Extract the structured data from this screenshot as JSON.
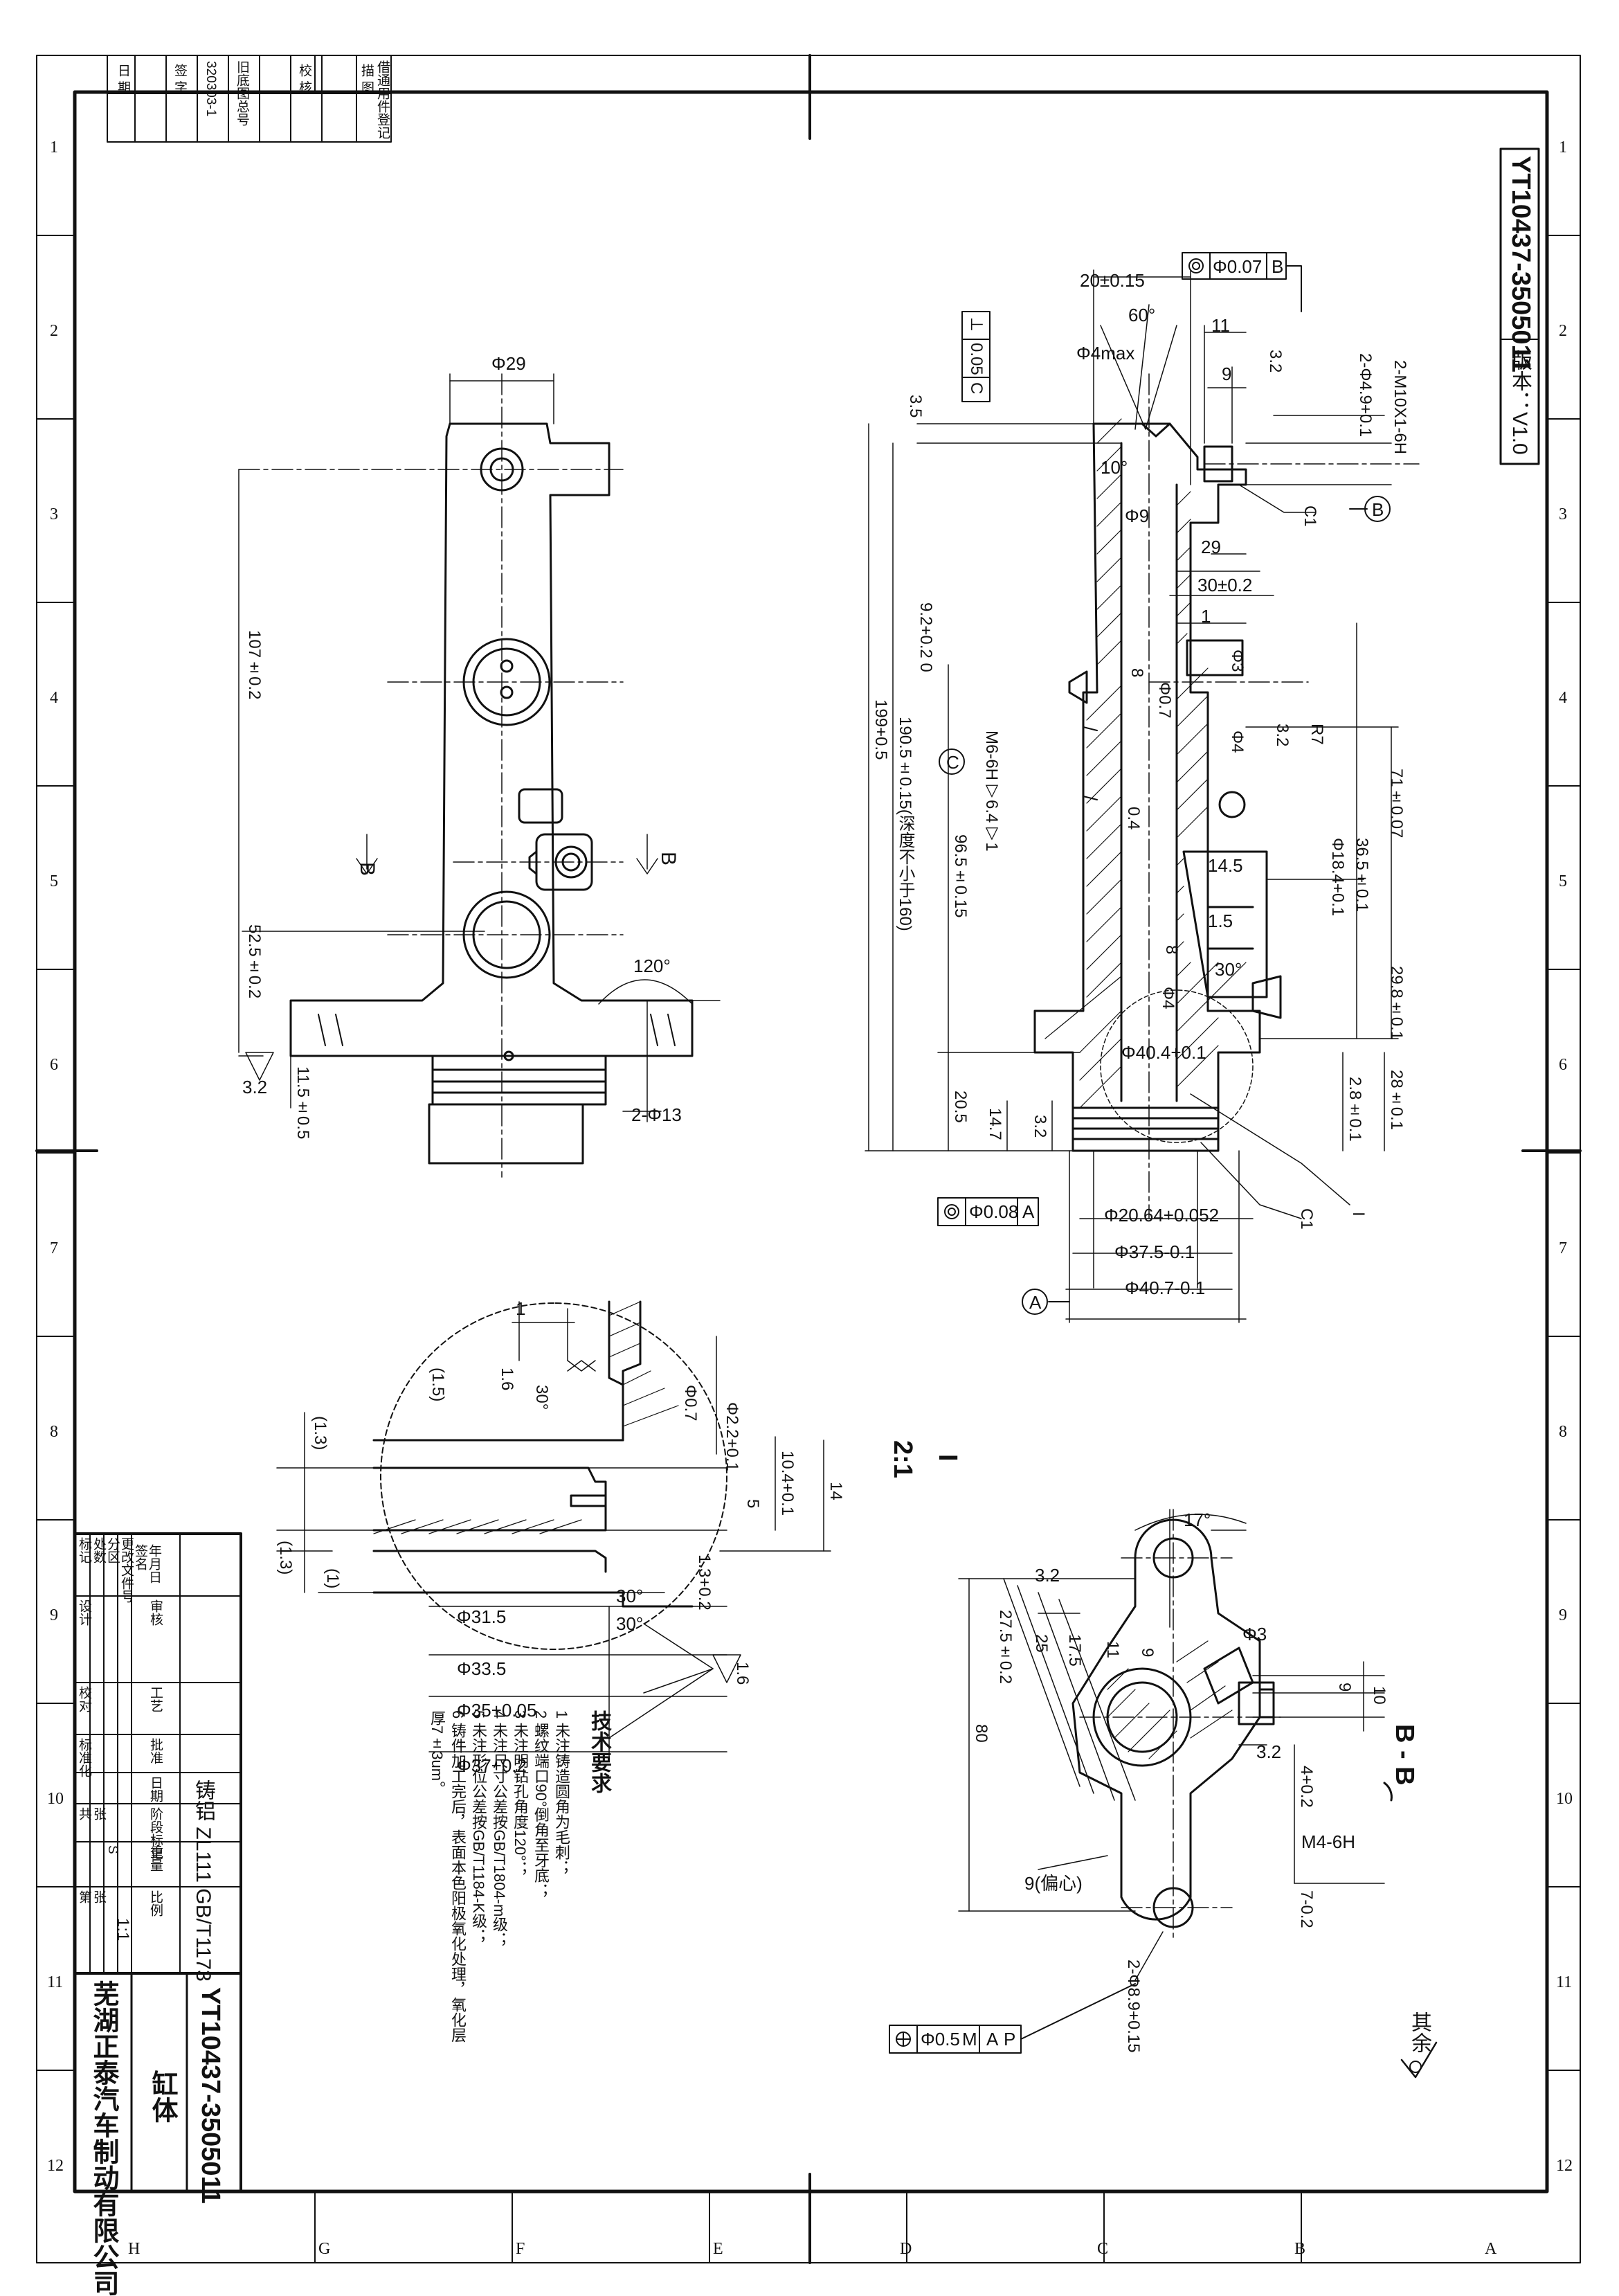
{
  "drawing": {
    "number": "YT10437-3505011",
    "version": "版本：V1.0",
    "part_name": "缸体",
    "company": "芜湖正泰汽车制动有限公司",
    "material": "铸铝 ZL111 GB/T1173",
    "scale": "1:1",
    "remainder_roughness": "其余"
  },
  "margin_block": {
    "used_on": "借通用件登记",
    "drawn": "描 图",
    "checked_top": "校 核",
    "old_no_label": "旧底图总号",
    "old_no_value": "320303-1",
    "sign_label": "签 字",
    "date_label": "日 期"
  },
  "title_block": {
    "labels": [
      "标记",
      "处数",
      "分区",
      "更改文件号",
      "签名",
      "年月日",
      "设计",
      "校对",
      "审核",
      "工艺",
      "标准化",
      "批准",
      "日期",
      "阶段标记",
      "重量",
      "比例",
      "共",
      "张",
      "第",
      "张",
      "S"
    ]
  },
  "zones": {
    "rows": [
      "1",
      "2",
      "3",
      "4",
      "5",
      "6",
      "7",
      "8",
      "9",
      "10",
      "11",
      "12"
    ],
    "cols": [
      "H",
      "G",
      "F",
      "E",
      "D",
      "C",
      "B",
      "A"
    ]
  },
  "views": {
    "front": {
      "dims": [
        "Φ29",
        "107±0.2",
        "52.5±0.2",
        "11.5±0.5",
        "2-Φ13",
        "120°",
        "3.2"
      ],
      "section_marks": [
        "B",
        "B"
      ]
    },
    "main_section": {
      "dims_left": [
        "3.5",
        "199+0.5",
        "190.5±0.15(深度不小于160)",
        "96.5±0.15",
        "9.2+0.2 0",
        "M6-6H▽6.4▽1",
        "20.5",
        "14.7",
        "3.2"
      ],
      "dims_top": [
        "20±0.15",
        "60°",
        "Φ4max",
        "11",
        "9",
        "3.2",
        "10°",
        "Φ9",
        "29",
        "30±0.2",
        "1",
        "Φ3",
        "Φ0.7",
        "R7",
        "Φ4",
        "0.4",
        "8",
        "8",
        "14.5",
        "1.5",
        "30°",
        "Φ4",
        "Φ40.4+0.1",
        "3.2"
      ],
      "dims_right": [
        "2-M10X1-6H",
        "2-Φ4.9+0.1",
        "71±0.07",
        "Φ18.4+0.1",
        "36.5±0.1",
        "29.8±0.1",
        "28±0.1",
        "2.8±0.1",
        "C1",
        "C1",
        "I"
      ],
      "dims_bottom": [
        "Φ20.64+0.052",
        "Φ37.5-0.1",
        "Φ40.7-0.1"
      ],
      "gdt": {
        "runout_b": "Φ0.07",
        "runout_b_datum": "B",
        "perp": "⊥",
        "perp_tol": "0.05",
        "perp_datum": "C",
        "runout_a": "Φ0.08",
        "runout_a_datum": "A",
        "datums": [
          "A",
          "B",
          "C"
        ]
      }
    },
    "detail_i": {
      "label": "I",
      "scale": "2:1",
      "dims": [
        "1",
        "(1.5)",
        "1.6",
        "30°",
        "Φ0.7",
        "Φ2.2+0.1",
        "(1.3)",
        "10.4+0.1",
        "5",
        "14",
        "(1.3)",
        "(1)",
        "1.3+0.2",
        "30°",
        "30°",
        "Φ31.5",
        "Φ33.5",
        "Φ35+0.05",
        "Φ37+0.2",
        "1.6"
      ]
    },
    "section_bb": {
      "label": "B - B",
      "dims": [
        "17°",
        "3.2",
        "27.5±0.2",
        "25",
        "17.5",
        "11",
        "9",
        "Φ3",
        "9",
        "10",
        "80",
        "3.2",
        "4+0.2",
        "M4-6H",
        "7-0.2",
        "9(偏心)",
        "2-Φ8.9+0.15"
      ],
      "position_tol": "Φ0.5",
      "position_mod": "M",
      "position_datum": "A",
      "position_datum_mod": "P"
    }
  },
  "notes": {
    "title": "技术要求",
    "items": [
      "1 未注铸造圆角为毛刺；",
      "2 螺纹端口90°倒角至牙底；",
      "3 未注明钻孔角度120°；",
      "4 未注尺寸公差按GB/T1804-m级；",
      "5 未注形位公差按GB/T1184-K级；",
      "6 铸件加工完后，表面本色阳极氧化处理，氧化层厚7±3um。"
    ]
  }
}
